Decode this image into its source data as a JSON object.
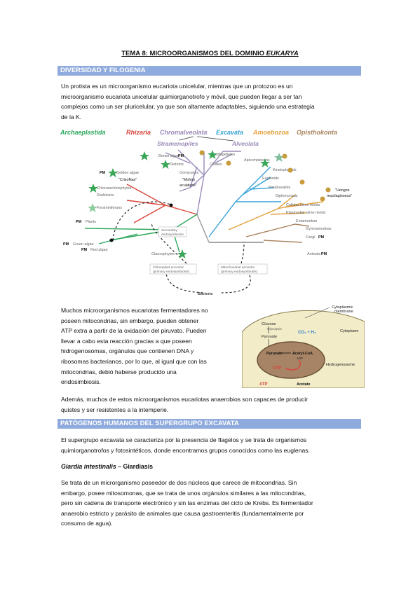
{
  "title": {
    "main": "TEMA 8: MICROORGANISMOS DEL DOMINIO ",
    "italic": "EUKARYA"
  },
  "sections": {
    "s1": "DIVERSIDAD Y FILOGENIA",
    "s2": "PATÓGENOS HUMANOS DEL SUPERGRUPO EXCAVATA"
  },
  "paragraphs": {
    "p1": [
      "Un protista es un microorganismo eucariota unicelular, mientras que un protozoo es un",
      "microorganismo eucariota unicelular quimiorganotrofo y móvil, que pueden llegar a ser tan",
      "complejos como un ser pluricelular, ya que son altamente adaptables, siguiendo una estrategia",
      "de la K."
    ],
    "p2": [
      "Muchos microorganismos eucariotas fermentadores no",
      "poseen mitocondrias, sin embargo, pueden obtener",
      "ATP extra a partir de la oxidación del piruvato. Pueden",
      "llevar a cabo esta reacción gracias a que poseen",
      "hidrogenosomas, orgánulos que contienen DNA y",
      "ribosomas bacterianos, por lo que, al igual que con las",
      "mitocondrias, debió haberse producido una",
      "endosimbiosis."
    ],
    "p3": [
      "Además, muchos de estos microorganismos eucariotas anaerobios son capaces de producir",
      "quistes y ser resistentes a la intemperie."
    ],
    "p4": [
      "El supergrupo excavata se caracteriza por la presencia de flagelos y se trata de organismos",
      "quimiorganotrofos y fotosintéticos, donde encontramos grupos conocidos como las euglenas."
    ],
    "p5": [
      "Se trata de un microrganismo poseedor de dos núcleos que carece de mitocondrias. Sin",
      "embargo, posee mitosomonas, que se trata de unos orgánulos similares a las mitocondrias,",
      "pero sin cadena de transporte electrónico y sin las enzimas del ciclo de Krebs. Es fermentador",
      "anaerobio estricto y parásito de animales que causa gastroenteritis (fundamentalmente por",
      "consumo de agua)."
    ]
  },
  "subhead": {
    "italic": "Giardia intestinalis",
    "rest": " – Giardiasis"
  },
  "tree": {
    "supergroups": [
      "Archaeplastida",
      "Rhizaria",
      "Chromalveolata",
      "Excavata",
      "Amoebozoa",
      "Opisthokonta"
    ],
    "sub": [
      "Stramenopiles",
      "Alveolata"
    ],
    "labels": {
      "brown": "Brown algae",
      "diatoms": "Diatoms",
      "dino": "Dinoflagellates",
      "ciliates": "Ciliates",
      "apico": "Apicomplexans",
      "golden": "Golden algae",
      "crisofitas": "\"Crisofitas\"",
      "oomycetes": "Oomycetes",
      "mohos": "\"Mohos",
      "acuaticos": "acuáticos\"",
      "kineto": "Kinetoplastids",
      "euglena": "Euglenids",
      "parabasal": "Parabasalids",
      "diplo": "Diplomonads",
      "cellular": "Cellular slime molds",
      "plasmodial": "Plasmodial slime molds",
      "hongos": "\"Hongos",
      "mucil": "mucilaginosos\"",
      "entamoeba": "Entamoebas",
      "gymna": "Gymnamoebas",
      "fungi": "Fungi",
      "animals": "Animals",
      "chlorar": "Chlorarachniophytes",
      "radiolaria": "Radiolaria",
      "foram": "Foraminiferans",
      "plants": "Plants",
      "green": "Green algae",
      "red": "Red algae",
      "glauco": "Glaucophytes",
      "secondary": "Secondary",
      "endosym": "endosymbiosis",
      "chloro1": "Chloroplast ancestor",
      "chloro2": "(primary endosymbiosis)",
      "mito1": "Mitochondrial ancestor",
      "mito2": "(primary endosymbiosis)",
      "bacteria": "Bacteria",
      "pm": "PM"
    }
  },
  "cell": {
    "membrane1": "Cytoplasmic",
    "membrane2": "membrane",
    "cytoplasm": "Cytoplasm",
    "glucose": "Glucose",
    "glycolysis": "Glycolysis",
    "pyruvate": "Pyruvate",
    "gases": "CO₂ + H₂",
    "pyruvate2": "Pyruvate",
    "acetyl": "Acetyl-CoA",
    "adp": "ADP",
    "atp": "ATP",
    "hydrogenosome": "Hydrogenosome",
    "atp_out": "ATP",
    "acetate": "Acetate"
  },
  "colors": {
    "bar": "#8faadc",
    "green": "#2ca85b",
    "red": "#d9443a",
    "purple": "#9a8ab8",
    "blue": "#36a3d9",
    "orange": "#e2a13c",
    "brown": "#a9835d",
    "star": "#3aa657",
    "dot": "#c89b3c"
  }
}
